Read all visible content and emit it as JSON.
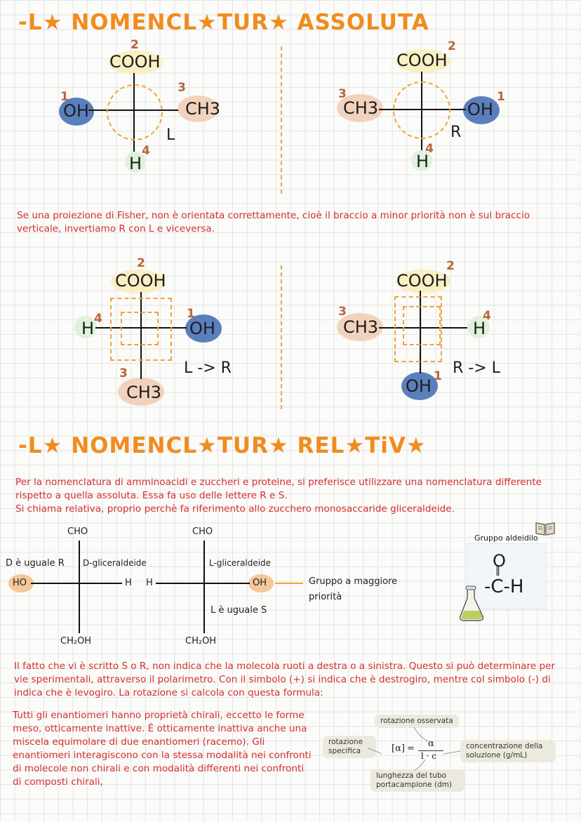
{
  "section1": {
    "title": "-L★ NOMENCL★TUR★ ASSOLUTA",
    "fisher_left": {
      "top": "COOH",
      "left": "OH",
      "right": "CH3",
      "bottom": "H",
      "n_top": "2",
      "n_left": "1",
      "n_right": "3",
      "n_bottom": "4",
      "config": "L"
    },
    "fisher_right": {
      "top": "COOH",
      "left": "CH3",
      "right": "OH",
      "bottom": "H",
      "n_top": "2",
      "n_left": "3",
      "n_right": "1",
      "n_bottom": "4",
      "config": "R"
    },
    "paragraph": "Se una proiezione di Fisher, non è orientata correttamente, cioè il braccio a minor priorità non è sul braccio verticale, invertiamo R con L e viceversa.",
    "fisher_left2": {
      "top": "COOH",
      "left": "H",
      "right": "OH",
      "bottom": "CH3",
      "n_top": "2",
      "n_left": "4",
      "n_right": "1",
      "n_bottom": "3",
      "config": "L -> R"
    },
    "fisher_right2": {
      "top": "COOH",
      "left": "CH3",
      "right": "H",
      "bottom": "OH",
      "n_top": "2",
      "n_left": "3",
      "n_right": "4",
      "n_bottom": "1",
      "config": "R -> L"
    }
  },
  "section2": {
    "title": "-L★ NOMENCL★TUR★ REL★TiV★",
    "paragraph1": "Per la nomenclatura di amminoacidi e zuccheri e proteine, si preferisce utilizzare una nomenclatura differente rispetto a quella assoluta. Essa fa uso delle lettere R e S.",
    "paragraph2": "Si chiama relativa, proprio perchè fa riferimento allo zucchero monosaccaride gliceraldeide.",
    "d_glyc": {
      "top": "CHO",
      "left": "HO",
      "right": "H",
      "bottom": "CH₂OH",
      "note_left": "D è uguale R",
      "name": "D-gliceraldeide"
    },
    "l_glyc": {
      "top": "CHO",
      "left": "H",
      "right": "OH",
      "bottom": "CH₂OH",
      "name": "L-gliceraldeide",
      "note_bottom": "L è uguale S"
    },
    "priority_note": "Gruppo a maggiore priorità",
    "aldehyde_card": {
      "title": "Gruppo aldeidilo",
      "top": "O",
      "mid": "‖",
      "formula": "-C-H"
    },
    "paragraph3": "Il fatto che vi è scritto S o R, non indica che la molecola ruoti a destra o a sinistra. Questo si può determinare per vie sperimentali, attraverso il polarimetro. Con il simbolo (+) si indica che è destrogiro, mentre col simbolo (-) di indica che è levogiro. La rotazione si calcola con questa formula:",
    "paragraph4": "Tutti gli enantiomeri hanno proprietà chirali, eccetto le forme meso, otticamente inattive. È otticamente inattiva anche una miscela equimolare di due enantiomeri (racemo). Gli enantiomeri interagiscono con la stessa modalità nei confronti di molecole non chirali e con modalità differenti nei confronti di composti chirali,",
    "formula": {
      "lhs": "[α]",
      "num": "α",
      "den": "l · c",
      "tag_observed": "rotazione osservata",
      "tag_specific": "rotazione specifica",
      "tag_conc": "concentrazione della soluzione (g/mL)",
      "tag_length": "lunghezza del tubo portacampione (dm)"
    }
  },
  "colors": {
    "title": "#f08c1e",
    "note": "#d32f2f",
    "oh_blob": "#5b7fbd",
    "ch3_blob": "#f1d2bc",
    "cooh_blob": "#f9efc4",
    "h_blob": "#dff2dc",
    "number": "#b8643a",
    "dash": "#f0a23c"
  }
}
